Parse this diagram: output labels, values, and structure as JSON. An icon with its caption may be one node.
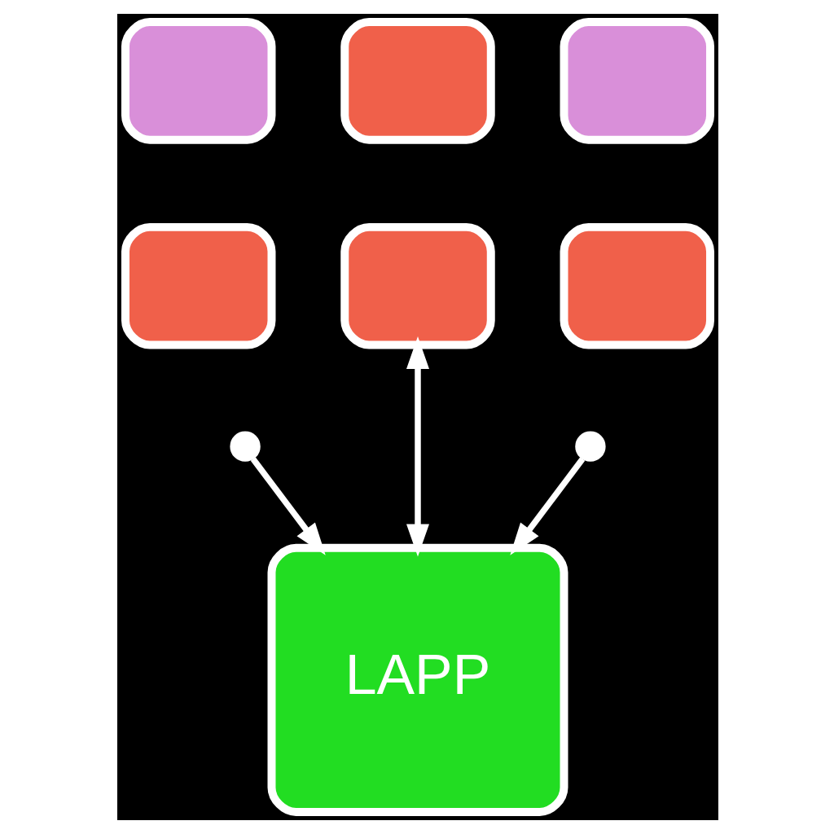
{
  "diagram": {
    "nodes": [
      {
        "text": [],
        "shape": "box"
      },
      {
        "text": [],
        "shape": "box"
      },
      {
        "text": [],
        "shape": "box"
      },
      {
        "text": [],
        "shape": "box"
      },
      {
        "text": [],
        "shape": "box"
      },
      {
        "text": [],
        "shape": "box"
      },
      {
        "text": [],
        "shape": "circle"
      },
      {
        "text": [],
        "shape": "circle"
      },
      {
        "text": [
          "LAPP"
        ]
      }
    ],
    "edges": [
      {
        "from": 6,
        "to": 8,
        "arrow": "to"
      },
      {
        "from": 4,
        "to": 8,
        "arrow": "both"
      },
      {
        "from": 7,
        "to": 8,
        "arrow": "to"
      }
    ]
  }
}
